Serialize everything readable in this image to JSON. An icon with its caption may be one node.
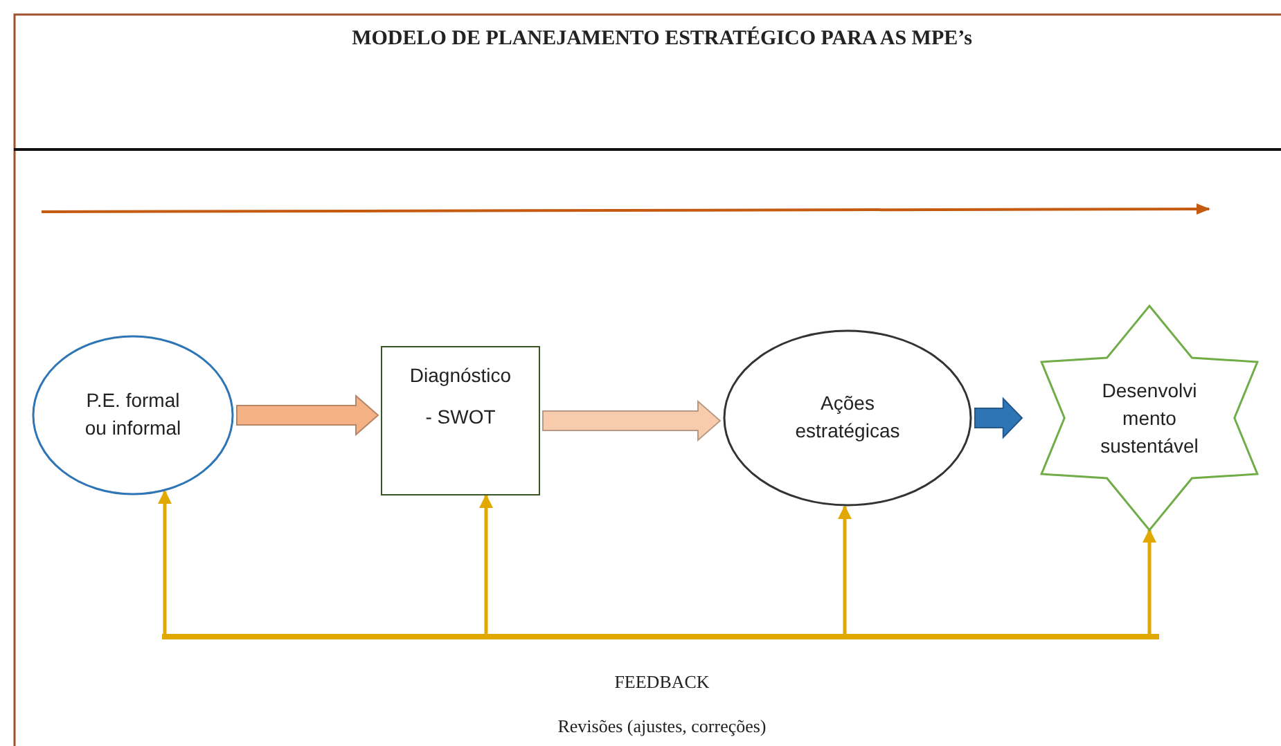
{
  "diagram": {
    "title": "MODELO DE PLANEJAMENTO ESTRATÉGICO PARA AS MPE’s",
    "nodes": [
      {
        "text": [
          "P.E. formal ou informal"
        ]
      },
      {
        "text": [
          "Diagnóstico",
          "- SWOT"
        ]
      },
      {
        "text": [
          "Ações estratégicas"
        ]
      },
      {
        "text": [
          "Desenvolvi mento sustentável"
        ]
      },
      {
        "text": [],
        "shape": "bar"
      }
    ],
    "edges": [
      {
        "from": 0,
        "to": 1,
        "arrow": "to",
        "style": "thick",
        "color": "#f4b183"
      },
      {
        "from": 1,
        "to": 2,
        "arrow": "to",
        "style": "thick",
        "color": "#f8cbad"
      },
      {
        "from": 2,
        "to": 3,
        "arrow": "to",
        "style": "thick",
        "color": "#2e75b6"
      },
      {
        "from": 4,
        "to": 0,
        "arrow": "to"
      },
      {
        "from": 4,
        "to": 1,
        "arrow": "to"
      },
      {
        "from": 4,
        "to": 2,
        "arrow": "to"
      },
      {
        "from": 4,
        "to": 3,
        "arrow": "to"
      }
    ],
    "labels": [
      "FEEDBACK",
      "Revisões (ajustes, correções)"
    ]
  }
}
